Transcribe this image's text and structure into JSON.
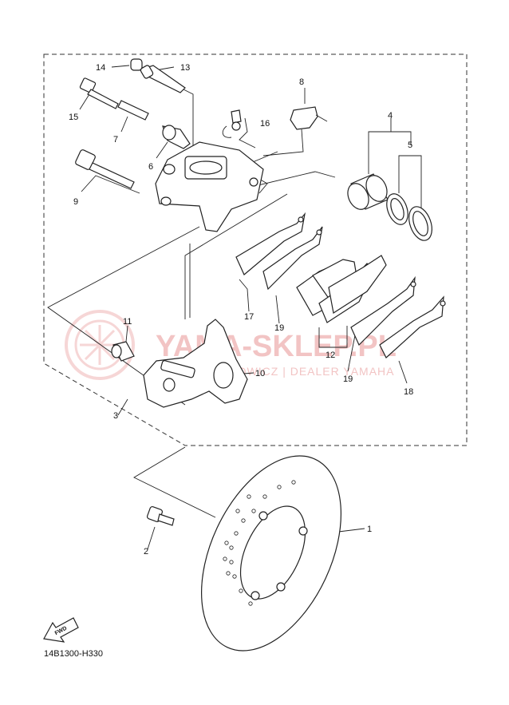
{
  "drawing_code": "14B1300-H330",
  "fwd_label": "FWD",
  "watermark": {
    "brand": "YAMA-SKLEP.PL",
    "tagline": "WOJCIECHOWICZ | DEALER YAMAHA"
  },
  "callouts": {
    "p1": "1",
    "p2": "2",
    "p3": "3",
    "p4": "4",
    "p5": "5",
    "p6": "6",
    "p7": "7",
    "p8": "8",
    "p9": "9",
    "p10": "10",
    "p11": "11",
    "p12": "12",
    "p13": "13",
    "p14": "14",
    "p15": "15",
    "p16": "16",
    "p17": "17",
    "p18": "18",
    "p19a": "19",
    "p19b": "19"
  }
}
